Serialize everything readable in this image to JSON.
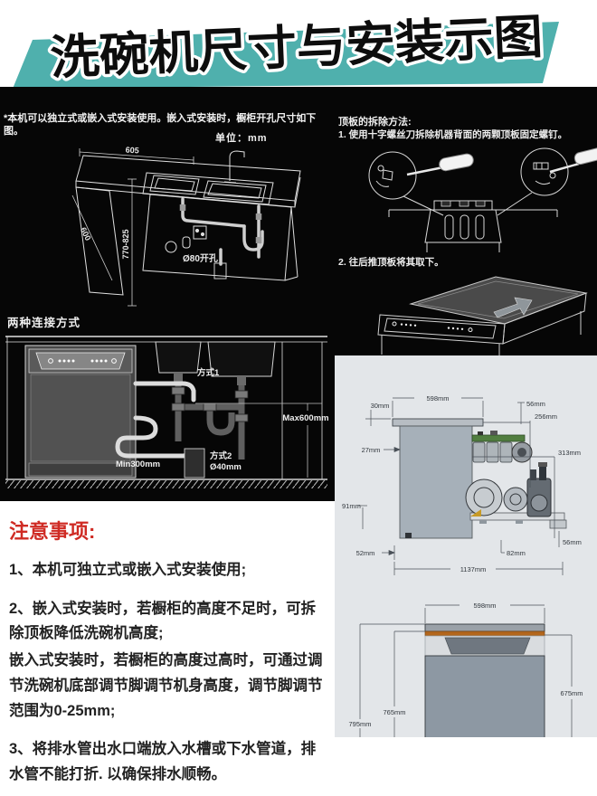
{
  "title": "洗碗机尺寸与安装示图",
  "colors": {
    "banner_teal": "#4FB0AD",
    "panel_black": "#060606",
    "cad_background": "#E3E6E9",
    "cad_body_gray": "#A6B0B9",
    "accent_orange": "#B3661C",
    "notes_red": "#CF2B24"
  },
  "left_panel": {
    "intro": "*本机可以独立式或嵌入式安装使用。嵌入式安装时，橱柜开孔尺寸如下图。",
    "unit": "单位：mm",
    "iso": {
      "d605": "605",
      "d600": "600",
      "d_height": "770-825",
      "hole": "Ø80开孔"
    },
    "connection_title": "两种连接方式",
    "front": {
      "method1": "方式1",
      "method2": "方式2",
      "method2_dia": "Ø40mm",
      "max": "Max600mm",
      "min": "Min300mm"
    }
  },
  "right_panel": {
    "removal_title": "顶板的拆除方法:",
    "step1": "1. 使用十字螺丝刀拆除机器背面的两颗顶板固定螺钉。",
    "step2": "2. 往后推顶板将其取下。"
  },
  "cad": {
    "side": {
      "w598": "598mm",
      "d30": "30mm",
      "d27": "27mm",
      "d56a": "56mm",
      "d256": "256mm",
      "d313": "313mm",
      "d91": "91mm",
      "d52": "52mm",
      "d82": "82mm",
      "d56b": "56mm",
      "total": "1137mm"
    },
    "front": {
      "w598": "598mm",
      "h675": "675mm",
      "h765": "765mm",
      "h795": "795mm"
    }
  },
  "notes": {
    "title": "注意事项:",
    "item1": "1、本机可独立式或嵌入式安装使用;",
    "item2": "2、嵌入式安装时，若橱柜的高度不足时，可拆除顶板降低洗碗机高度;",
    "item2b": "嵌入式安装时，若橱柜的高度过高时，可通过调节洗碗机底部调节脚调节机身高度，调节脚调节范围为0-25mm;",
    "item3": "3、将排水管出水口端放入水槽或下水管道，排水管不能打折. 以确保排水顺畅。"
  }
}
